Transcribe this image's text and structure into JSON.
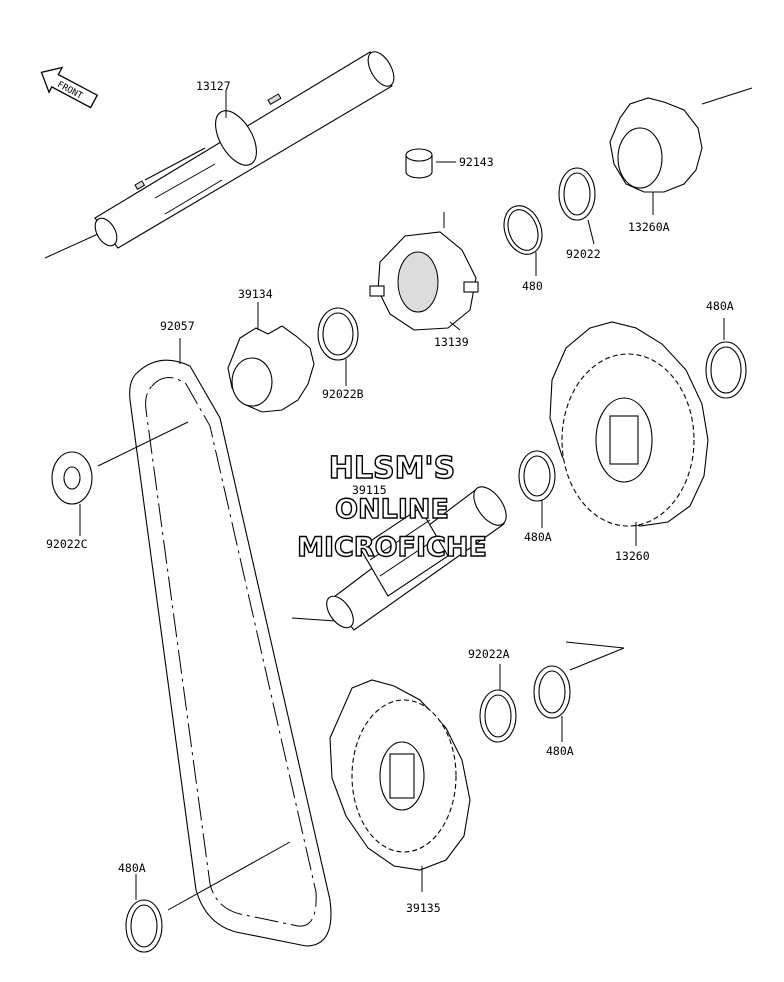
{
  "front_badge": "FRONT",
  "watermark": {
    "line1": "HLSM'S",
    "line2": "ONLINE",
    "line3": "MICROFICHE"
  },
  "parts": {
    "p13127": "13127",
    "p92143": "92143",
    "p13260A": "13260A",
    "p480": "480",
    "p92022": "92022",
    "p39134": "39134",
    "p92057": "92057",
    "p92022B": "92022B",
    "p13139": "13139",
    "p480A_right": "480A",
    "p39115": "39115",
    "p92022C": "92022C",
    "p480A_mid": "480A",
    "p13260": "13260",
    "p92022A": "92022A",
    "p480A_lower": "480A",
    "p480A_bottom": "480A",
    "p39135": "39135"
  },
  "colors": {
    "line": "#000000",
    "background": "#ffffff",
    "shade": "#dcdcdc"
  }
}
